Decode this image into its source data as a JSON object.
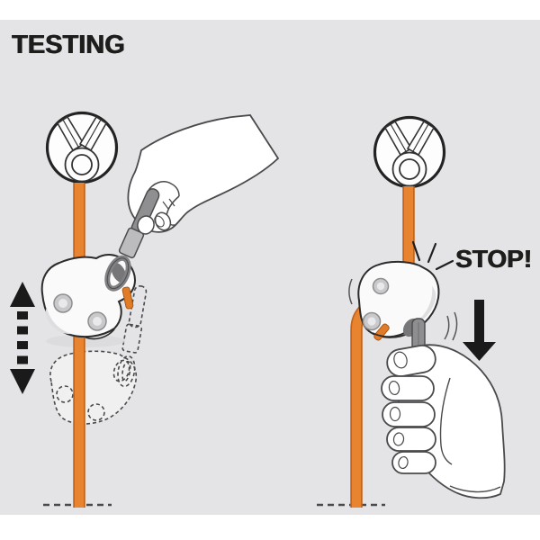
{
  "page": {
    "background": "#ffffff",
    "panel_background": "#e4e4e6",
    "ink_color": "#1d1d1b"
  },
  "title": {
    "label": "TESTING"
  },
  "stop": {
    "label": "STOP!"
  },
  "colors": {
    "rope_orange": "#e8842f",
    "rope_orange_edge": "#c4641c",
    "outline_ink": "#2b2b2b",
    "metal_gray": "#8f8f91",
    "metal_light": "#bcbcbe"
  },
  "figures": {
    "left": {
      "meaning": "test: slide device up and down the rope",
      "icons": [
        "anchor-ring-icon",
        "up-down-dashed-arrow-icon",
        "rope-clamp-device",
        "pinching-hand",
        "ghost-device-lower-position",
        "ground-dashed-line"
      ]
    },
    "right": {
      "meaning": "device locks on rope under downward load",
      "label": "STOP!",
      "icons": [
        "anchor-ring-icon",
        "down-arrow-icon",
        "rope-clamp-locked",
        "gripping-fist",
        "impact-lines",
        "ground-dashed-line"
      ]
    }
  }
}
